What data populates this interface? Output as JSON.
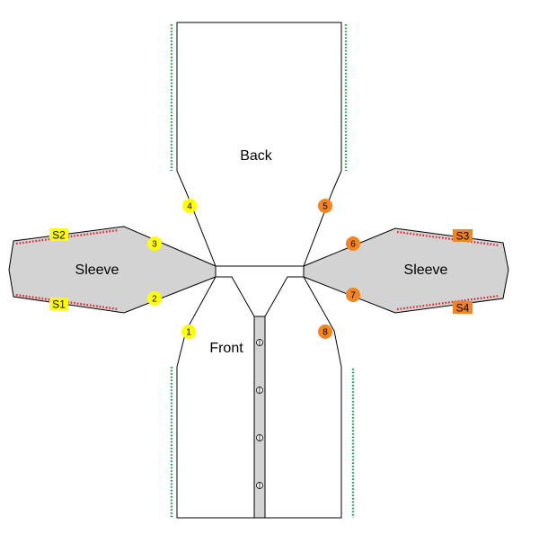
{
  "pieces": {
    "back": "Back",
    "front": "Front",
    "sleeve_left": "Sleeve",
    "sleeve_right": "Sleeve"
  },
  "markers": {
    "m1": "1",
    "m2": "2",
    "m3": "3",
    "m4": "4",
    "m5": "5",
    "m6": "6",
    "m7": "7",
    "m8": "8"
  },
  "seam_labels": {
    "s1": "S1",
    "s2": "S2",
    "s3": "S3",
    "s4": "S4"
  },
  "colors": {
    "outline": "#000000",
    "sleeve_fill": "#d3d3d3",
    "yellow_marker": "#ffff00",
    "orange_marker": "#f5841f",
    "red_dots": "#e8202a",
    "green_dots": "#1e9e4a",
    "placket_fill": "#d3d3d3"
  }
}
